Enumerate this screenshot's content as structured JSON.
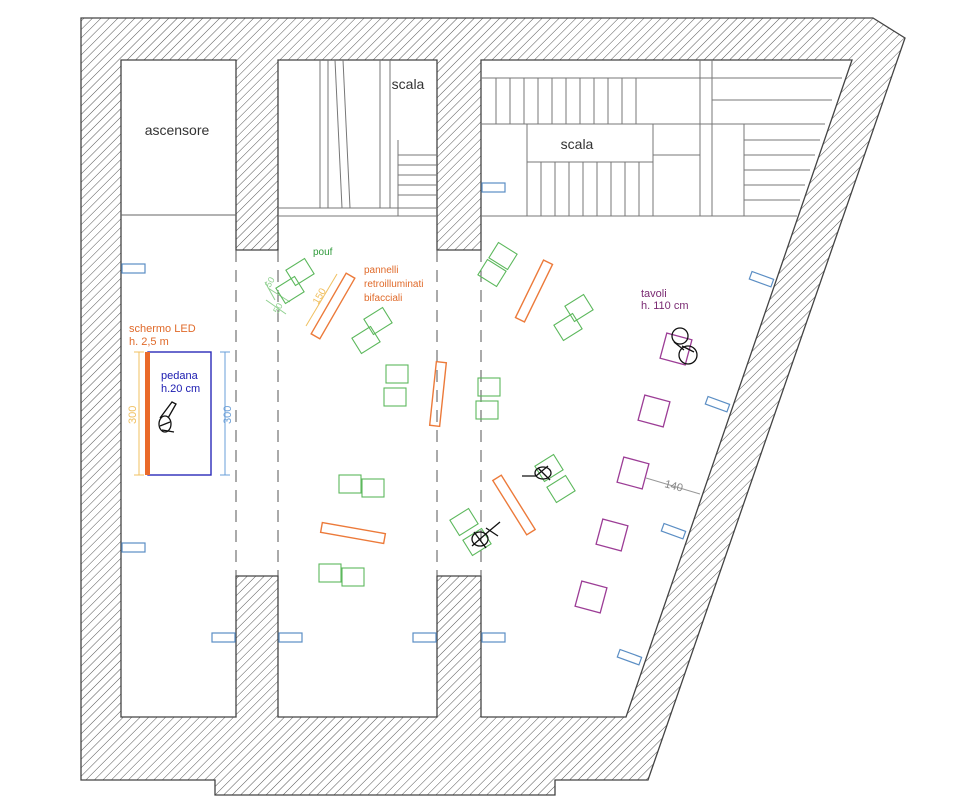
{
  "labels": {
    "elevator": "ascensore",
    "stair_top": "scala",
    "stair_right": "scala",
    "pouf": "pouf",
    "panels_1": "pannelli",
    "panels_2": "retroilluminati",
    "panels_3": "bifacciali",
    "screen_1": "schermo LED",
    "screen_2": "h. 2,5 m",
    "stage_1": "pedana",
    "stage_2": "h.20 cm",
    "tables_1": "tavoli",
    "tables_2": "h. 110 cm",
    "dim_stage_left": "300",
    "dim_stage_right": "300",
    "dim_panel": "150",
    "dim_pouf_a": "50",
    "dim_pouf_b": "50",
    "dim_table": "140"
  },
  "colors": {
    "wall_stroke": "#444444",
    "pouf": "#5cb85c",
    "panel": "#ec7a3a",
    "table": "#9c3d96",
    "window": "#5b8ec4",
    "stage": "#2a2ab8",
    "screen": "#ea6a2a",
    "dim_yellow": "#f0c060",
    "dim_blue": "#6a9fd8",
    "pouf_label": "#2f9a3a",
    "panel_label": "#e06a2a",
    "table_label": "#7a2a72",
    "stage_label": "#1a1ab0"
  }
}
